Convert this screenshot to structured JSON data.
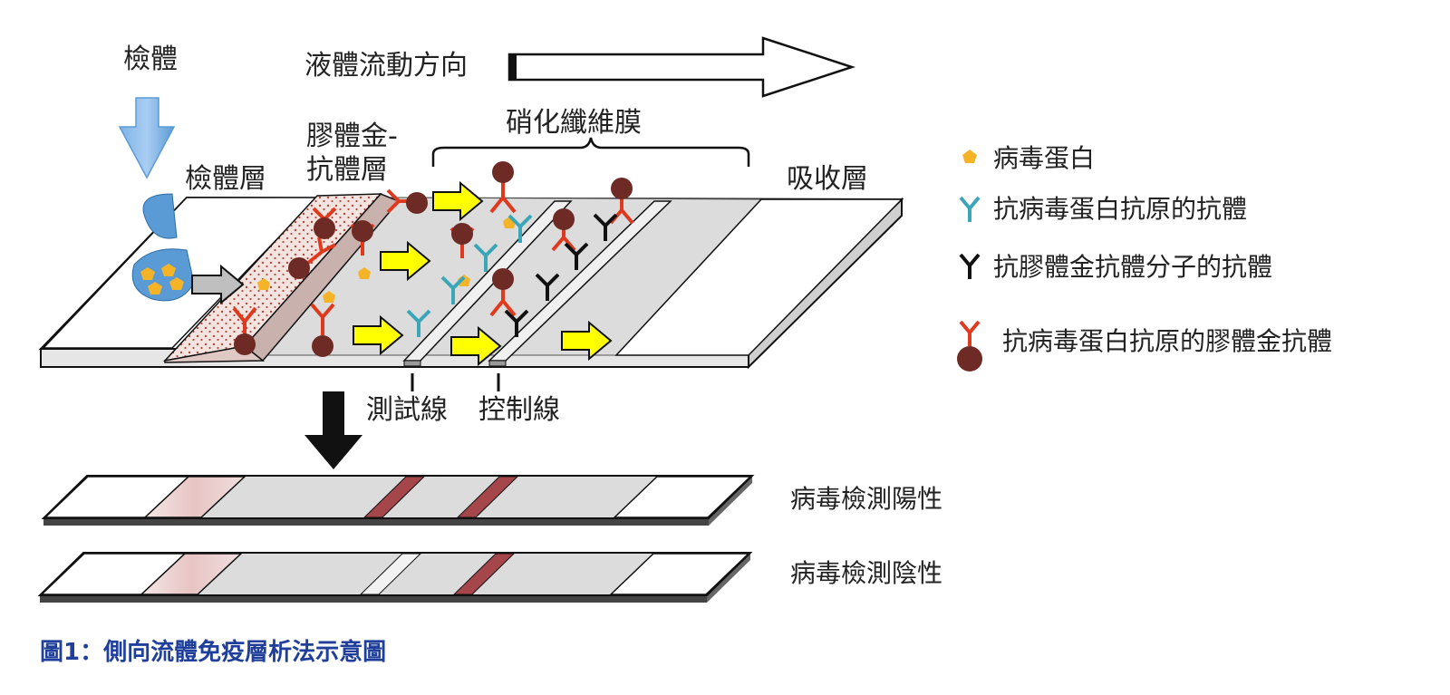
{
  "labels": {
    "specimen": "檢體",
    "flow_direction": "液體流動方向",
    "sample_pad": "檢體層",
    "conjugate_pad_line1": "膠體金-",
    "conjugate_pad_line2": "抗體層",
    "membrane": "硝化纖維膜",
    "absorbent_pad": "吸收層",
    "test_line": "測試線",
    "control_line": "控制線"
  },
  "legend": [
    {
      "icon": "virus-protein-icon",
      "color": "#f5b428",
      "text": "病毒蛋白"
    },
    {
      "icon": "anti-virus-antibody-icon",
      "color": "#3aa6b8",
      "text": "抗病毒蛋白抗原的抗體"
    },
    {
      "icon": "anti-gold-antibody-icon",
      "color": "#111111",
      "text": "抗膠體金抗體分子的抗體"
    },
    {
      "icon": "gold-conjugate-antibody-icon",
      "color": "#e03a1e",
      "text": "抗病毒蛋白抗原的膠體金抗體"
    }
  ],
  "results": {
    "positive": "病毒檢測陽性",
    "negative": "病毒檢測陰性"
  },
  "caption": "圖1：側向流體免疫層析法示意圖",
  "colors": {
    "gold": "#6e2a25",
    "red_antibody": "#e03a1e",
    "teal_antibody": "#3aa6b8",
    "virus": "#f5b428",
    "line_band": "#a5464a",
    "blue_arrow": "#5b9bd5",
    "yellow_arrow": "#ffff00"
  }
}
